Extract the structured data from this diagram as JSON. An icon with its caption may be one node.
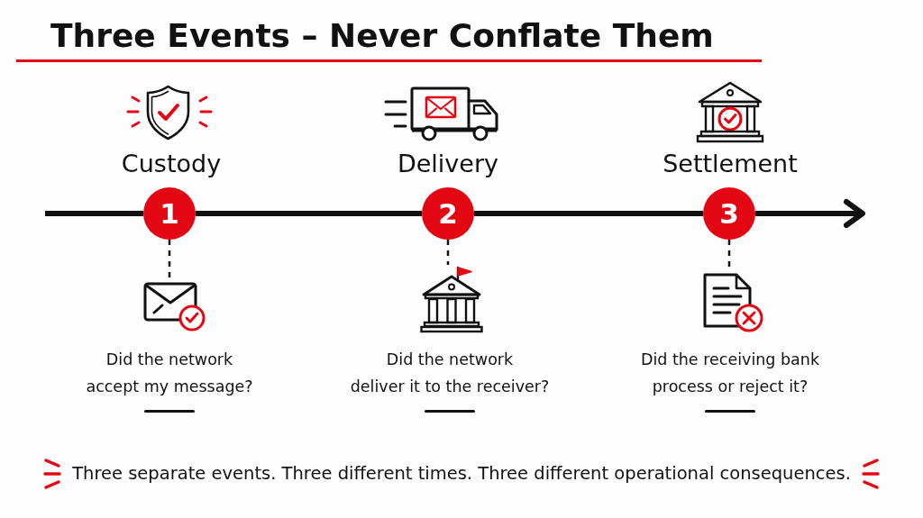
{
  "diagram": {
    "title": "Three Events – Never Conflate Them",
    "nodes": [
      {
        "text": [
          "1"
        ],
        "beside": [
          "Custody"
        ]
      },
      {
        "text": [
          "2"
        ],
        "beside": [
          "Delivery"
        ]
      },
      {
        "text": [
          "3"
        ],
        "beside": [
          "Settlement"
        ]
      },
      {
        "text": [],
        "shape": "picture",
        "beside": [
          "Did the network accept my message?"
        ]
      },
      {
        "text": [],
        "shape": "picture",
        "beside": [
          "Did the network deliver it to the receiver?"
        ]
      },
      {
        "text": [],
        "shape": "picture",
        "beside": [
          "Did the receiving bank process or reject it?"
        ]
      }
    ],
    "edges": [
      {
        "from": null,
        "to": 0,
        "arrow": "none"
      },
      {
        "from": 0,
        "to": 1,
        "arrow": "none"
      },
      {
        "from": 1,
        "to": 2,
        "arrow": "none"
      },
      {
        "from": 2,
        "to": null,
        "arrow": "to"
      },
      {
        "from": 0,
        "to": 3,
        "arrow": "none",
        "style": "dashed"
      },
      {
        "from": 1,
        "to": 4,
        "arrow": "none",
        "style": "dashed"
      },
      {
        "from": 2,
        "to": 5,
        "arrow": "none",
        "style": "dashed"
      }
    ],
    "caption": "Three separate events. Three different times. Three different operational consequences."
  }
}
